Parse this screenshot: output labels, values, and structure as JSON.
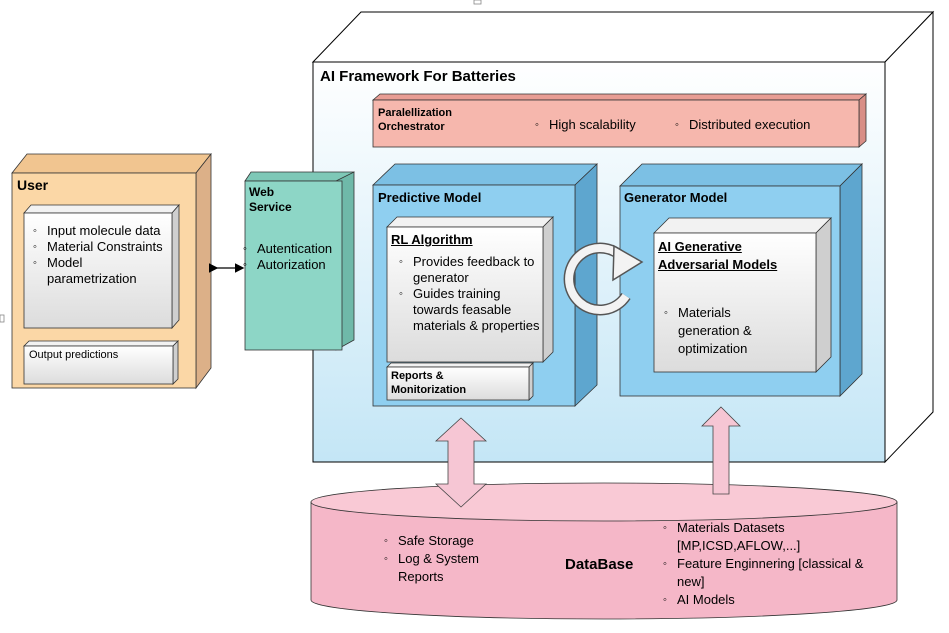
{
  "framework": {
    "title": "AI Framework For Batteries"
  },
  "orchestrator": {
    "title": "Paralellization Orchestrator",
    "items": [
      "High scalability",
      "Distributed execution"
    ]
  },
  "user": {
    "title": "User",
    "items": [
      "Input molecule data",
      "Material Constraints",
      "Model parametrization"
    ],
    "output": "Output predictions"
  },
  "web_service": {
    "title": "Web Service",
    "items": [
      "Autentication",
      "Autorization"
    ]
  },
  "predictive_model": {
    "title": "Predictive Model",
    "algorithm_title": "RL Algorithm",
    "items": [
      "Provides feedback to generator",
      "Guides training towards feasable materials & properties"
    ],
    "reports": "Reports & Monitorization"
  },
  "generator_model": {
    "title": "Generator Model",
    "gan_title": "AI Generative Adversarial Models",
    "items": [
      "Materials generation & optimization"
    ]
  },
  "database": {
    "title": "DataBase",
    "left_items": [
      "Safe Storage",
      "Log & System Reports"
    ],
    "right_items": [
      "Materials Datasets [MP,ICSD,AFLOW,...]",
      "Feature Enginnering [classical & new]",
      "AI Models"
    ]
  },
  "colors": {
    "framework_fill": "#cfe9f6",
    "orchestrator_fill": "#f6b7ad",
    "user_fill": "#fbd7a6",
    "web_service_fill": "#8dd6c6",
    "model_fill": "#8fcff0",
    "database_fill": "#f5b7c8",
    "arrow_fill": "#f6c6d4"
  }
}
